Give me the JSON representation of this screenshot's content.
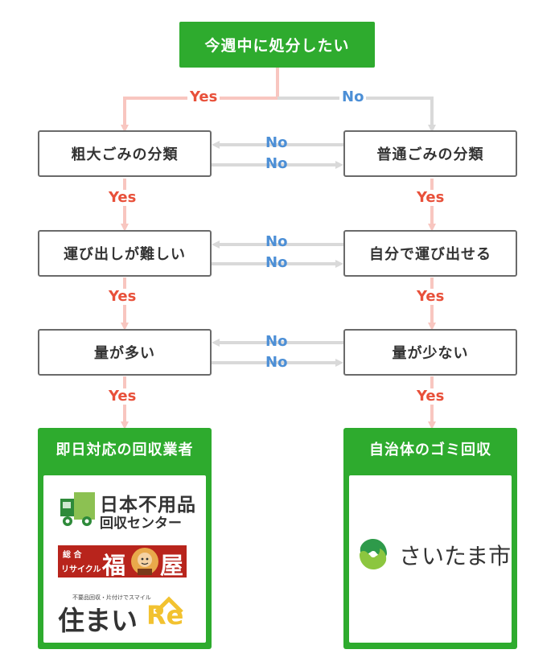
{
  "flow": {
    "start": "今週中に処分したい",
    "left_column": [
      "粗大ごみの分類",
      "運び出しが難しい",
      "量が多い"
    ],
    "right_column": [
      "普通ごみの分類",
      "自分で運び出せる",
      "量が少ない"
    ],
    "yes_label": "Yes",
    "no_label": "No"
  },
  "results": {
    "left": {
      "title": "即日対応の回収業者",
      "logos": [
        {
          "name": "日本不用品回収センター",
          "line1": "日本不用品",
          "line2": "回収センター"
        },
        {
          "name": "総合リサイクル福屋",
          "small_top": "総 合",
          "small_bottom": "リサイクル",
          "char1": "福",
          "char2": "屋"
        },
        {
          "name": "住まいRe",
          "tagline": "不要品回収・片付けでスマイル",
          "text": "住まい",
          "re": "Re"
        }
      ]
    },
    "right": {
      "title": "自治体のゴミ回収",
      "logo_text": "さいたま市"
    }
  },
  "colors": {
    "green": "#2eab2e",
    "yes": "#e8503a",
    "no": "#4c8fd6",
    "yes_line": "#f8c6c0",
    "no_line": "#d9d9d9",
    "box_border": "#6a6a6a"
  }
}
